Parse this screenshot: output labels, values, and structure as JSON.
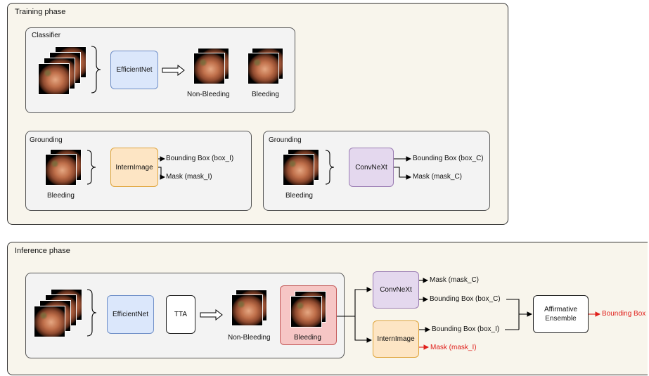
{
  "training": {
    "title": "Training phase",
    "classifier": {
      "title": "Classifier",
      "model": "EfficientNet",
      "out_non_bleeding": "Non-Bleeding",
      "out_bleeding": "Bleeding"
    },
    "grounding_left": {
      "title": "Grounding",
      "input_label": "Bleeding",
      "model": "InternImage",
      "out_box": "Bounding Box (box_I)",
      "out_mask": "Mask (mask_I)"
    },
    "grounding_right": {
      "title": "Grounding",
      "input_label": "Bleeding",
      "model": "ConvNeXt",
      "out_box": "Bounding Box (box_C)",
      "out_mask": "Mask (mask_C)"
    }
  },
  "inference": {
    "title": "Inference phase",
    "model_eff": "EfficientNet",
    "tta": "TTA",
    "out_non_bleeding": "Non-Bleeding",
    "out_bleeding": "Bleeding",
    "model_conv": "ConvNeXt",
    "model_intern": "InternImage",
    "conv_mask": "Mask (mask_C)",
    "conv_box": "Bounding Box (box_C)",
    "intern_box": "Bounding Box (box_I)",
    "intern_mask": "Mask (mask_I)",
    "ensemble": "Affirmative Ensemble",
    "final_output": "Bounding Box"
  },
  "colors": {
    "efficientnet": "#dbe7fb",
    "internimage": "#fde5c4",
    "convnext": "#e4d8ee",
    "bleeding_highlight": "#f6c6c5",
    "highlight_text": "#e0201b"
  }
}
